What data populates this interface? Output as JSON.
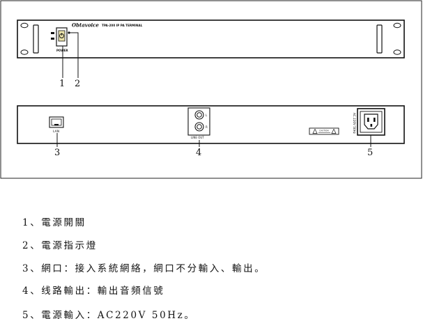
{
  "front_panel": {
    "brand_text": "Obtavoice",
    "model_text": "TPA-200 IP PA TERMINAL",
    "power_label": "POWER"
  },
  "rear_panel": {
    "lan_label": "LAN",
    "line_out_label": "LINE OUT",
    "jack_l_label": "L",
    "jack_r_label": "R",
    "caution_label": "CAUTION",
    "ac_label": "AC 220V 50Hz"
  },
  "callouts": [
    "1",
    "2",
    "3",
    "4",
    "5"
  ],
  "legend": [
    "1、電源開關",
    "2、電源指示燈",
    "3、網口：接入系統網絡，網口不分輸入、輸出。",
    "4、线路輸出：輸出音頻信號",
    "5、電源輸入：AC220V 50Hz。"
  ]
}
